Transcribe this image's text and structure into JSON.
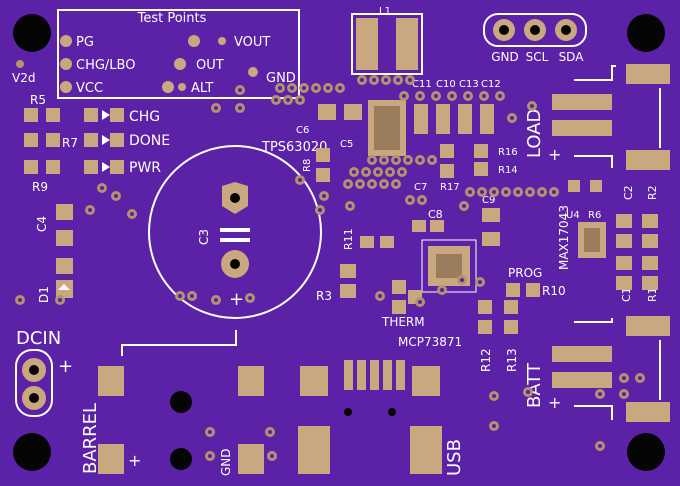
{
  "colors": {
    "board": "#5b22a8",
    "copper": "#c9a87f",
    "silk": "#ffffff",
    "hole": "#050505",
    "via": "#b2936c"
  },
  "testpoints": {
    "title": "Test Points",
    "pg": "PG",
    "chg_lbo": "CHG/LBO",
    "vcc": "VCC",
    "vout": "VOUT",
    "out": "OUT",
    "alt": "ALT",
    "gnd": "GND"
  },
  "header": {
    "gnd": "GND",
    "scl": "SCL",
    "sda": "SDA"
  },
  "leds": {
    "chg": "CHG",
    "done": "DONE",
    "pwr": "PWR"
  },
  "refs": {
    "v2d": "V2d",
    "r5": "R5",
    "r7": "R7",
    "r9": "R9",
    "c4": "C4",
    "d1": "D1",
    "c3": "C3",
    "l1": "L1",
    "c11": "C11",
    "c10": "C10",
    "c13": "C13",
    "c12": "C12",
    "c6": "C6",
    "c5": "C5",
    "r8": "R8",
    "c7": "C7",
    "r17": "R17",
    "r16": "R16",
    "r14": "R14",
    "c8": "C8",
    "c9": "C9",
    "r11": "R11",
    "r3": "R3",
    "u4": "U4",
    "r6": "R6",
    "c2": "C2",
    "r2": "R2",
    "c1": "C1",
    "r1": "R1",
    "r10": "R10",
    "r12": "R12",
    "r13": "R13"
  },
  "chips": {
    "tps": "TPS63020",
    "max": "MAX17043",
    "mcp": "MCP73871",
    "therm": "THERM",
    "prog": "PROG"
  },
  "connectors": {
    "load": "LOAD",
    "batt": "BATT",
    "dcin": "DCIN",
    "barrel": "BARREL",
    "usb": "USB",
    "gnd": "GND",
    "plus": "+",
    "minus": "−"
  }
}
